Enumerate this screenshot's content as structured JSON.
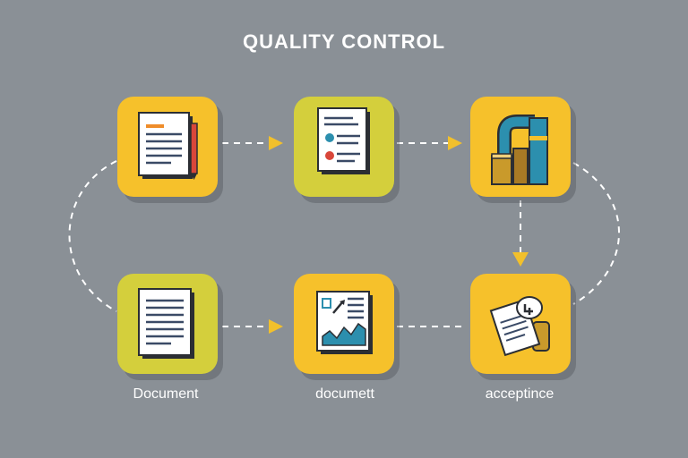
{
  "title": "QUALITY CONTROL",
  "colors": {
    "background": "#8a9096",
    "tile_yellow": "#f6c12b",
    "tile_lime": "#d4cf3c",
    "arrow": "#f2c02c",
    "connector": "#ffffff",
    "accent_blue": "#2c8fae",
    "accent_red": "#d9473a"
  },
  "steps": [
    {
      "icon": "document-with-pencil-icon",
      "caption": ""
    },
    {
      "icon": "checklist-document-icon",
      "caption": ""
    },
    {
      "icon": "pipe-and-barrel-icon",
      "caption": ""
    },
    {
      "icon": "text-document-icon",
      "caption": "Document"
    },
    {
      "icon": "chart-report-icon",
      "caption": "documett"
    },
    {
      "icon": "acceptance-papers-icon",
      "caption": "acceptince"
    }
  ]
}
